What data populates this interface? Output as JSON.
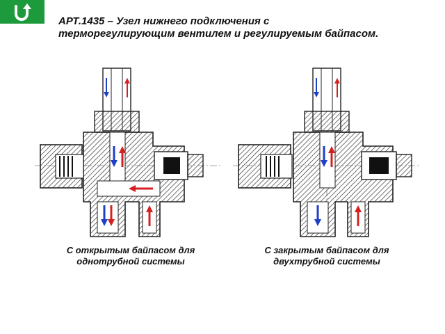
{
  "header": {
    "title_line1": "АРТ.1435 – Узел нижнего подключения с",
    "title_line2": "терморегулирующим вентилем и регулируемым байпасом.",
    "logo_icon": "u-turn-arrow-icon",
    "logo_color": "#1d9a3b"
  },
  "figures": [
    {
      "caption_line1": "С открытым байпасом для",
      "caption_line2": "однотрубной системы",
      "bypass": "open"
    },
    {
      "caption_line1": "С закрытым байпасом для",
      "caption_line2": "двухтрубной системы",
      "bypass": "closed"
    }
  ],
  "colors": {
    "supply": "#d42020",
    "return": "#1f3fc8",
    "hatch": "#444444"
  }
}
